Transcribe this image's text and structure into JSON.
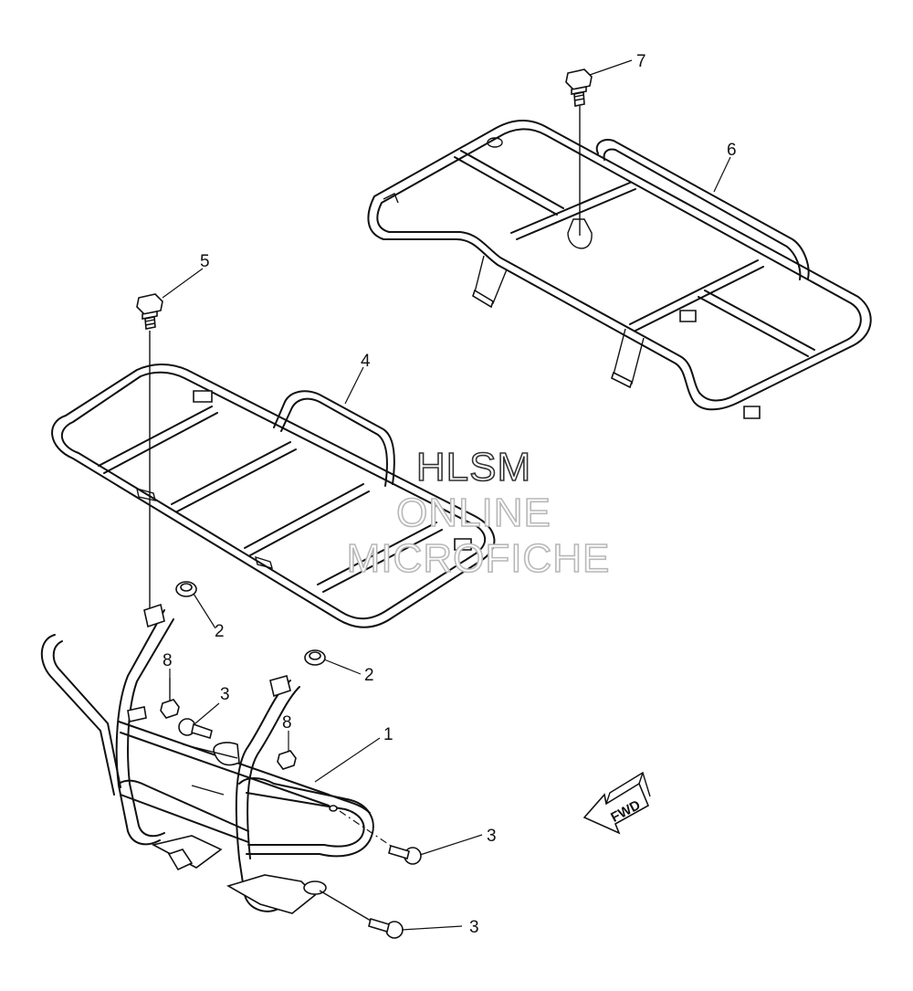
{
  "callouts": [
    {
      "label": "1"
    },
    {
      "label": "2"
    },
    {
      "label": "2"
    },
    {
      "label": "3"
    },
    {
      "label": "3"
    },
    {
      "label": "3"
    },
    {
      "label": "4"
    },
    {
      "label": "5"
    },
    {
      "label": "6"
    },
    {
      "label": "7"
    },
    {
      "label": "8"
    },
    {
      "label": "8"
    }
  ],
  "watermark": {
    "line1": "HLSM",
    "line2": "ONLINE",
    "line3": "MICROFICHE"
  },
  "direction_arrow": {
    "label": "FWD"
  }
}
